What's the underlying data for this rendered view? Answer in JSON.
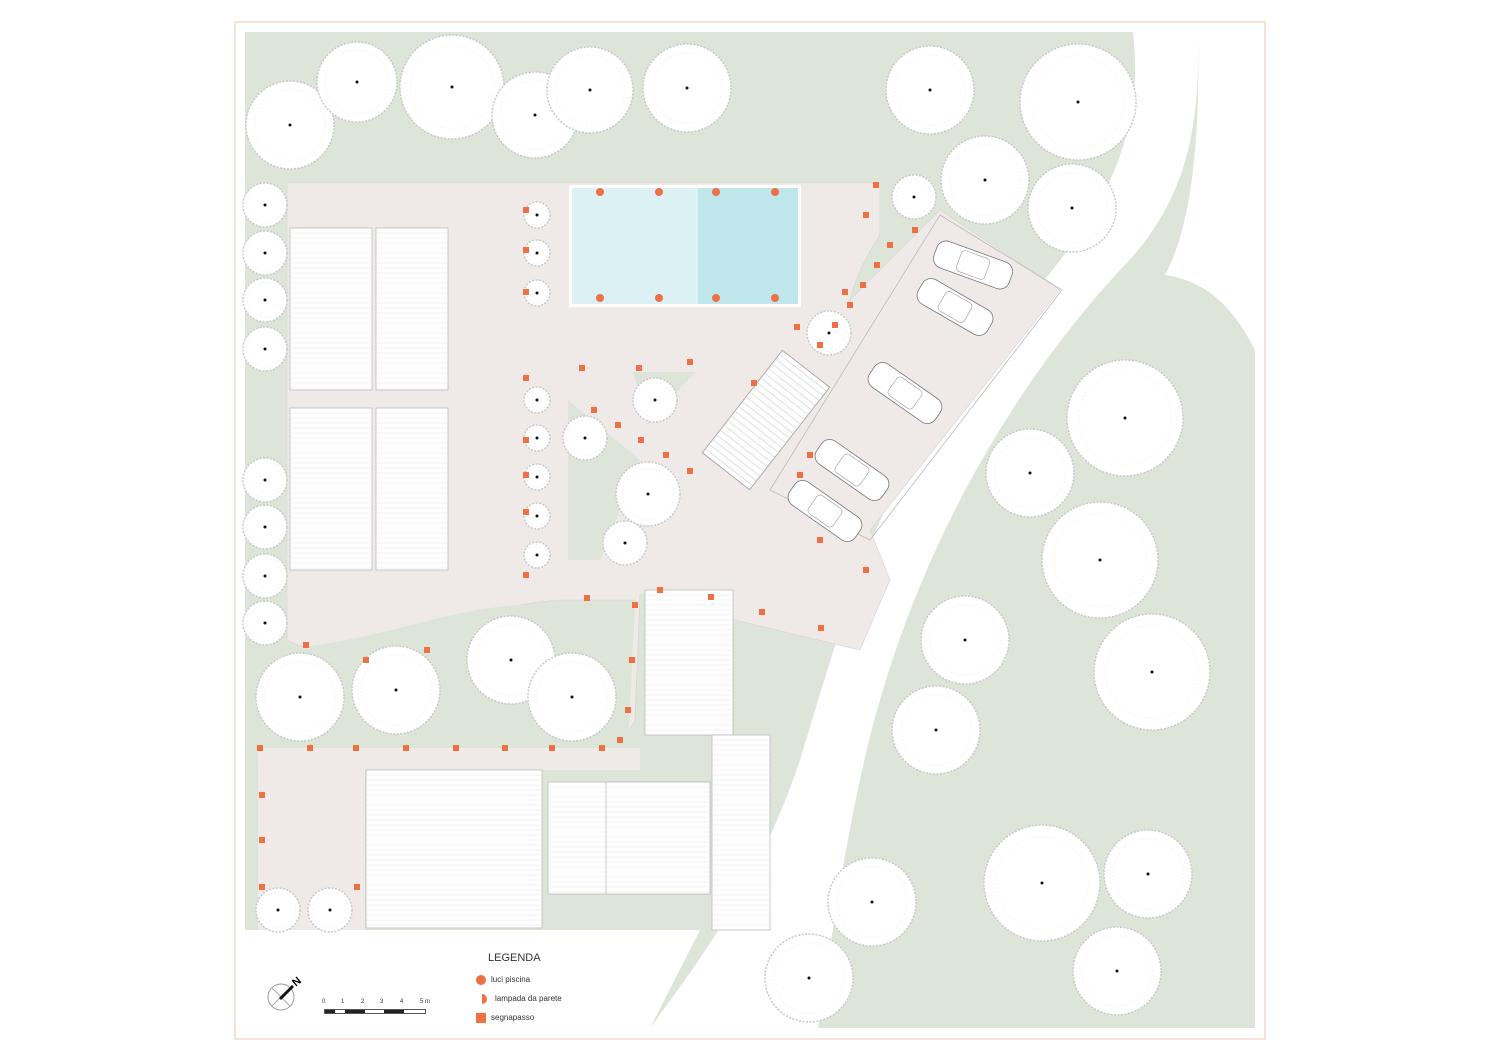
{
  "legend": {
    "title": "LEGENDA",
    "items": [
      {
        "label": "luci piscina",
        "symbol": "circle"
      },
      {
        "label": "lampada da parete",
        "symbol": "half-circle"
      },
      {
        "label": "segnapasso",
        "symbol": "square"
      }
    ]
  },
  "scale_bar": {
    "labels": [
      "0",
      "1",
      "2",
      "3",
      "4",
      "5 m"
    ]
  },
  "north_arrow": {
    "label": "N"
  },
  "colors": {
    "lawn": "#dde5d8",
    "paving": "#efeae7",
    "pool_light": "#dcf1f3",
    "pool_deep": "#bfe6ea",
    "lights": "#f07045",
    "frame": "#f2c6b2"
  }
}
